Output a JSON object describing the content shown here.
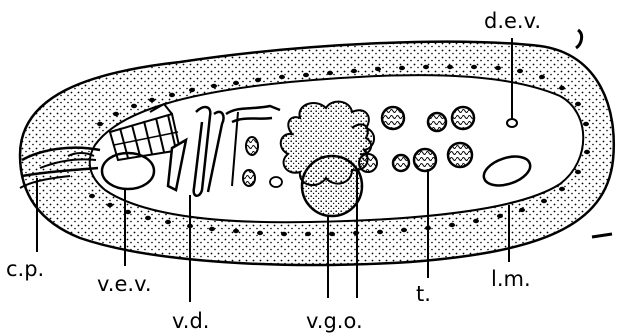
{
  "labels": {
    "cp": "c.p.",
    "vev": "v.e.v.",
    "vd": "v.d.",
    "vgo": "v.g.o.",
    "t": "t.",
    "lm": "l.m.",
    "dev": "d.e.v."
  },
  "colors": {
    "ink": "#000000",
    "paper": "#ffffff"
  }
}
